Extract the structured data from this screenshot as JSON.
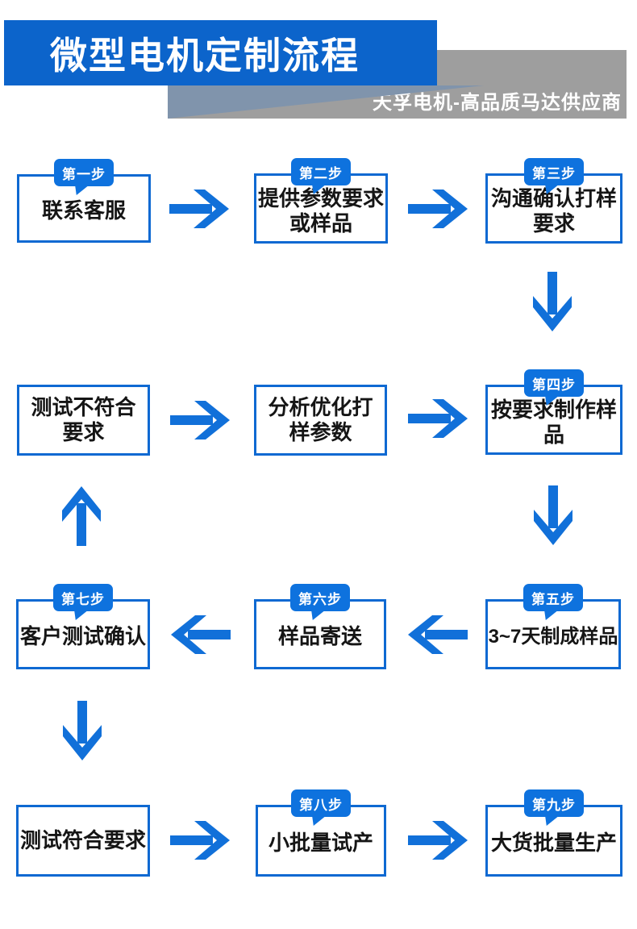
{
  "header": {
    "title": "微型电机定制流程",
    "subtitle": "天孚电机-高品质马达供应商"
  },
  "boxes": [
    {
      "badge": "第一步",
      "label": "联系客服"
    },
    {
      "badge": "第二步",
      "label": "提供参数要求或样品"
    },
    {
      "badge": "第三步",
      "label": "沟通确认打样要求"
    },
    {
      "badge": "",
      "label": "测试不符合要求"
    },
    {
      "badge": "",
      "label": "分析优化打样参数"
    },
    {
      "badge": "第四步",
      "label": "按要求制作样品"
    },
    {
      "badge": "第七步",
      "label": "客户测试确认"
    },
    {
      "badge": "第六步",
      "label": "样品寄送"
    },
    {
      "badge": "第五步",
      "label": "3~7天制成样品"
    },
    {
      "badge": "",
      "label": "测试符合要求"
    },
    {
      "badge": "第八步",
      "label": "小批量试产"
    },
    {
      "badge": "第九步",
      "label": "大货批量生产"
    }
  ],
  "colors": {
    "header_blue": "#0c64cb",
    "banner_gray": "#9e9e9e",
    "slate_gray": "#8094ac",
    "border_blue": "#0e69d2",
    "badge_blue": "#0e72de",
    "arrow_blue": "#1170d9"
  }
}
